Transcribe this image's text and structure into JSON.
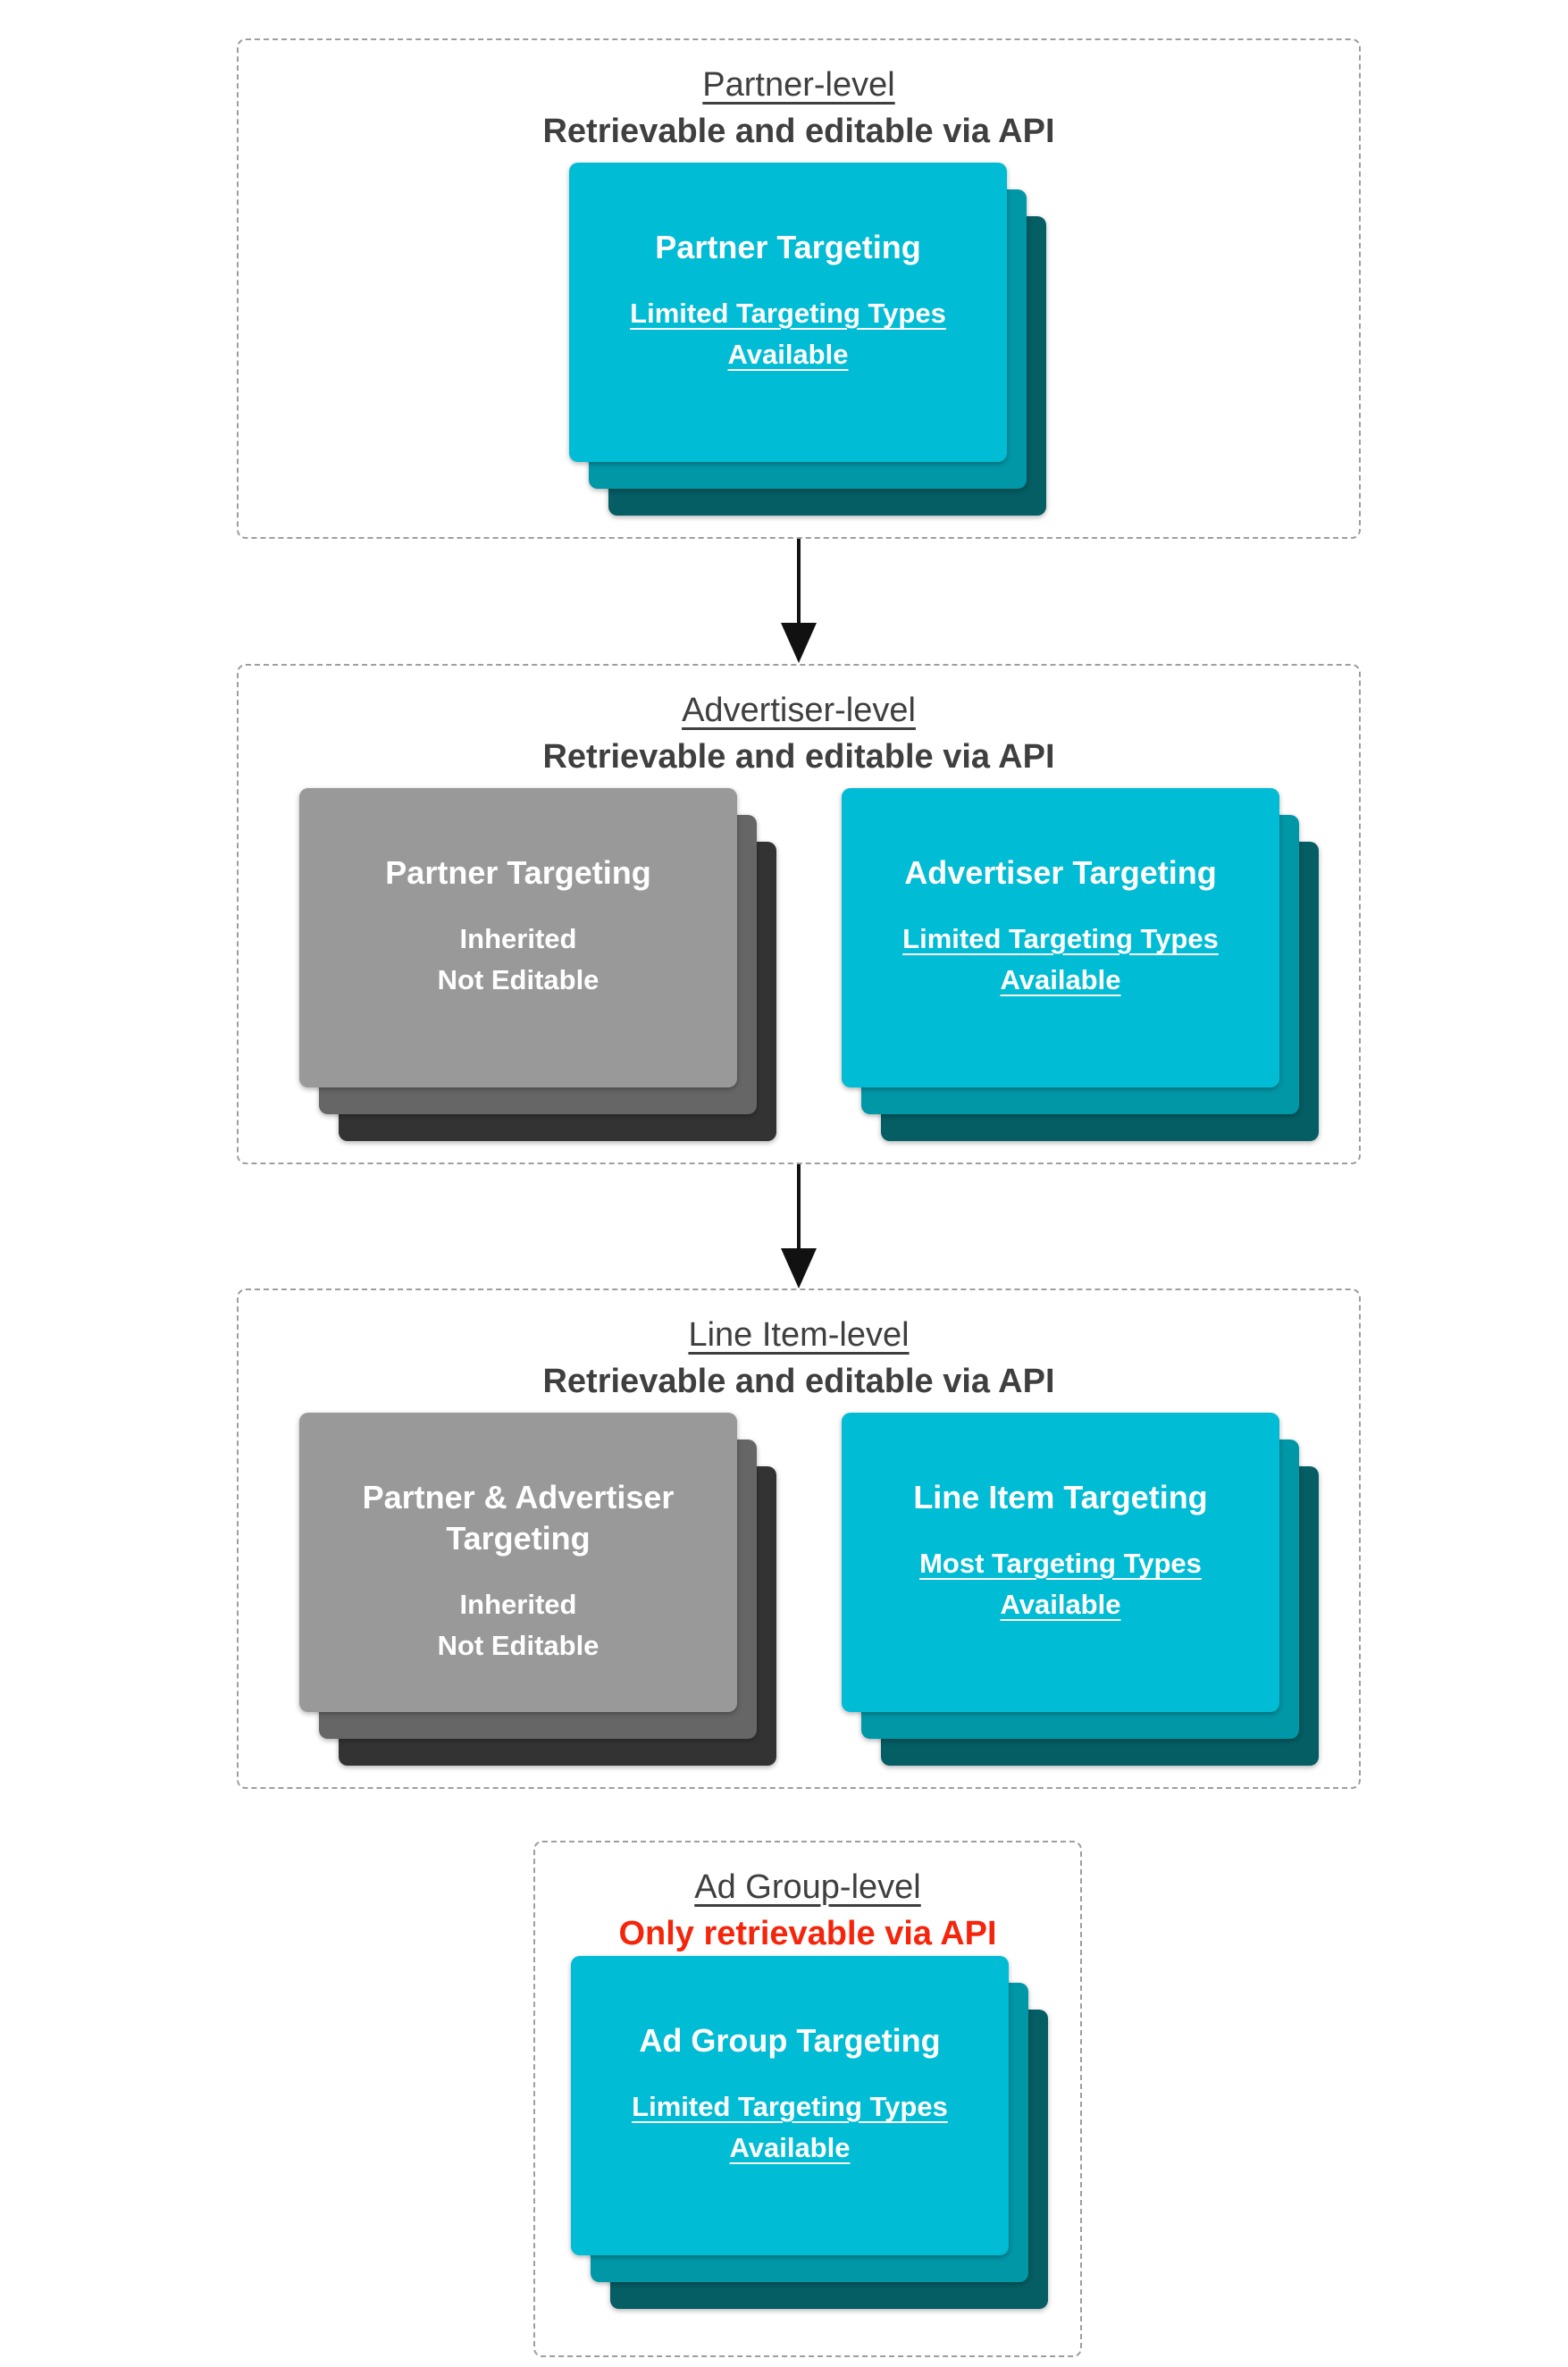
{
  "colors": {
    "teal_front": "#00bcd4",
    "teal_middle": "#0097a7",
    "teal_back": "#045e63",
    "gray_front": "#999999",
    "gray_middle": "#666666",
    "gray_back": "#333333",
    "heading_text": "#3f3f3f",
    "alert_red": "#f5250c",
    "dashed_border": "#9e9e9e",
    "arrow_black": "#111111",
    "card_text": "#ffffff"
  },
  "sections": [
    {
      "title": "Partner-level",
      "subtitle": "Retrievable and editable via API",
      "cards": [
        {
          "variant": "teal",
          "title": "Partner Targeting",
          "lines": [
            "Limited Targeting Types",
            "Available"
          ],
          "lines_underlined": true
        }
      ]
    },
    {
      "title": "Advertiser-level",
      "subtitle": "Retrievable and editable via API",
      "cards": [
        {
          "variant": "gray",
          "title": "Partner Targeting",
          "lines": [
            "Inherited",
            "Not Editable"
          ],
          "lines_underlined": false
        },
        {
          "variant": "teal",
          "title": "Advertiser Targeting",
          "lines": [
            "Limited Targeting Types",
            "Available"
          ],
          "lines_underlined": true
        }
      ]
    },
    {
      "title": "Line Item-level",
      "subtitle": "Retrievable and editable via API",
      "cards": [
        {
          "variant": "gray",
          "title": "Partner & Advertiser Targeting",
          "lines": [
            "Inherited",
            "Not Editable"
          ],
          "lines_underlined": false
        },
        {
          "variant": "teal",
          "title": "Line Item Targeting",
          "lines": [
            "Most Targeting Types",
            "Available"
          ],
          "lines_underlined": true
        }
      ]
    },
    {
      "title": "Ad Group-level",
      "subtitle": "Only retrievable via API",
      "cards": [
        {
          "variant": "teal",
          "title": "Ad Group Targeting",
          "lines": [
            "Limited Targeting Types",
            "Available"
          ],
          "lines_underlined": true
        }
      ]
    }
  ]
}
